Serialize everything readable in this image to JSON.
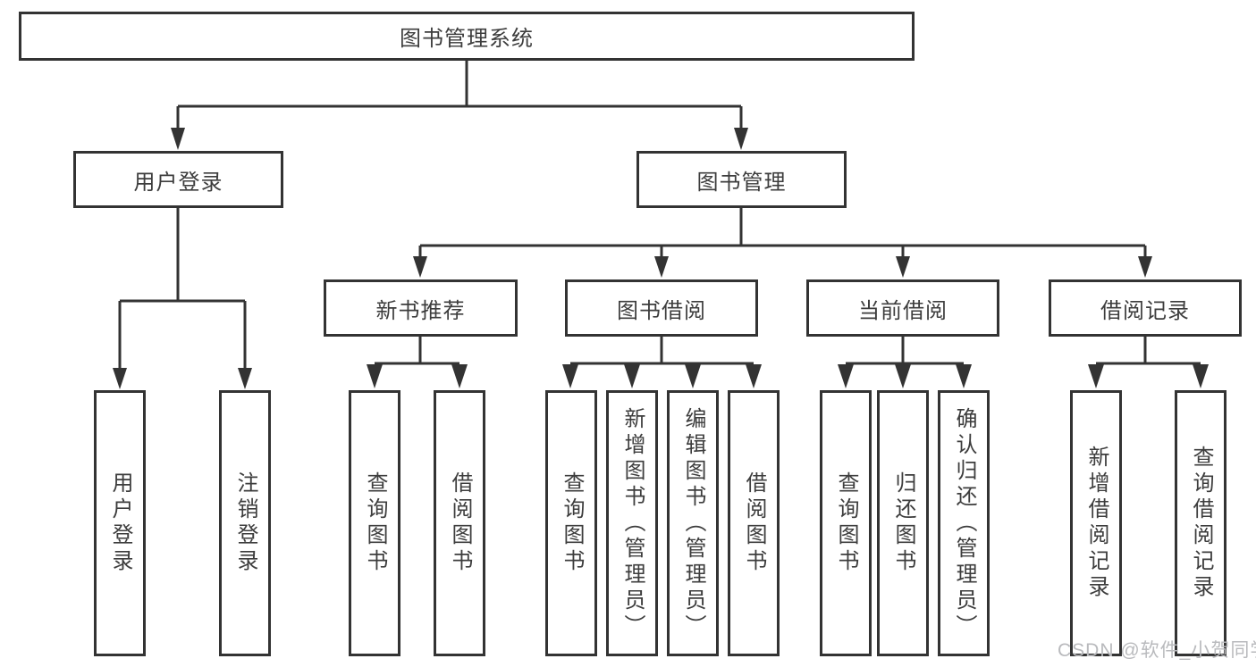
{
  "diagram": {
    "root": {
      "label": "图书管理系统"
    },
    "level2": [
      {
        "label": "用户登录"
      },
      {
        "label": "图书管理"
      }
    ],
    "level3": [
      {
        "label": "新书推荐",
        "parent": "图书管理"
      },
      {
        "label": "图书借阅",
        "parent": "图书管理"
      },
      {
        "label": "当前借阅",
        "parent": "图书管理"
      },
      {
        "label": "借阅记录",
        "parent": "图书管理"
      }
    ],
    "leaves": [
      {
        "label": "用户登录",
        "parent": "用户登录"
      },
      {
        "label": "注销登录",
        "parent": "用户登录"
      },
      {
        "label": "查询图书",
        "parent": "新书推荐"
      },
      {
        "label": "借阅图书",
        "parent": "新书推荐"
      },
      {
        "label": "查询图书",
        "parent": "图书借阅"
      },
      {
        "label": "新增图书（管理员）",
        "parent": "图书借阅"
      },
      {
        "label": "编辑图书（管理员）",
        "parent": "图书借阅"
      },
      {
        "label": "借阅图书",
        "parent": "图书借阅"
      },
      {
        "label": "查询图书",
        "parent": "当前借阅"
      },
      {
        "label": "归还图书",
        "parent": "当前借阅"
      },
      {
        "label": "确认归还（管理员）",
        "parent": "当前借阅"
      },
      {
        "label": "新增借阅记录",
        "parent": "借阅记录"
      },
      {
        "label": "查询借阅记录",
        "parent": "借阅记录"
      }
    ]
  },
  "watermark": {
    "text": "CSDN @软件_小贺同学"
  },
  "colors": {
    "line": "#333333",
    "text": "#3d3d3d",
    "watermark": "#b9babd",
    "background": "#ffffff"
  }
}
